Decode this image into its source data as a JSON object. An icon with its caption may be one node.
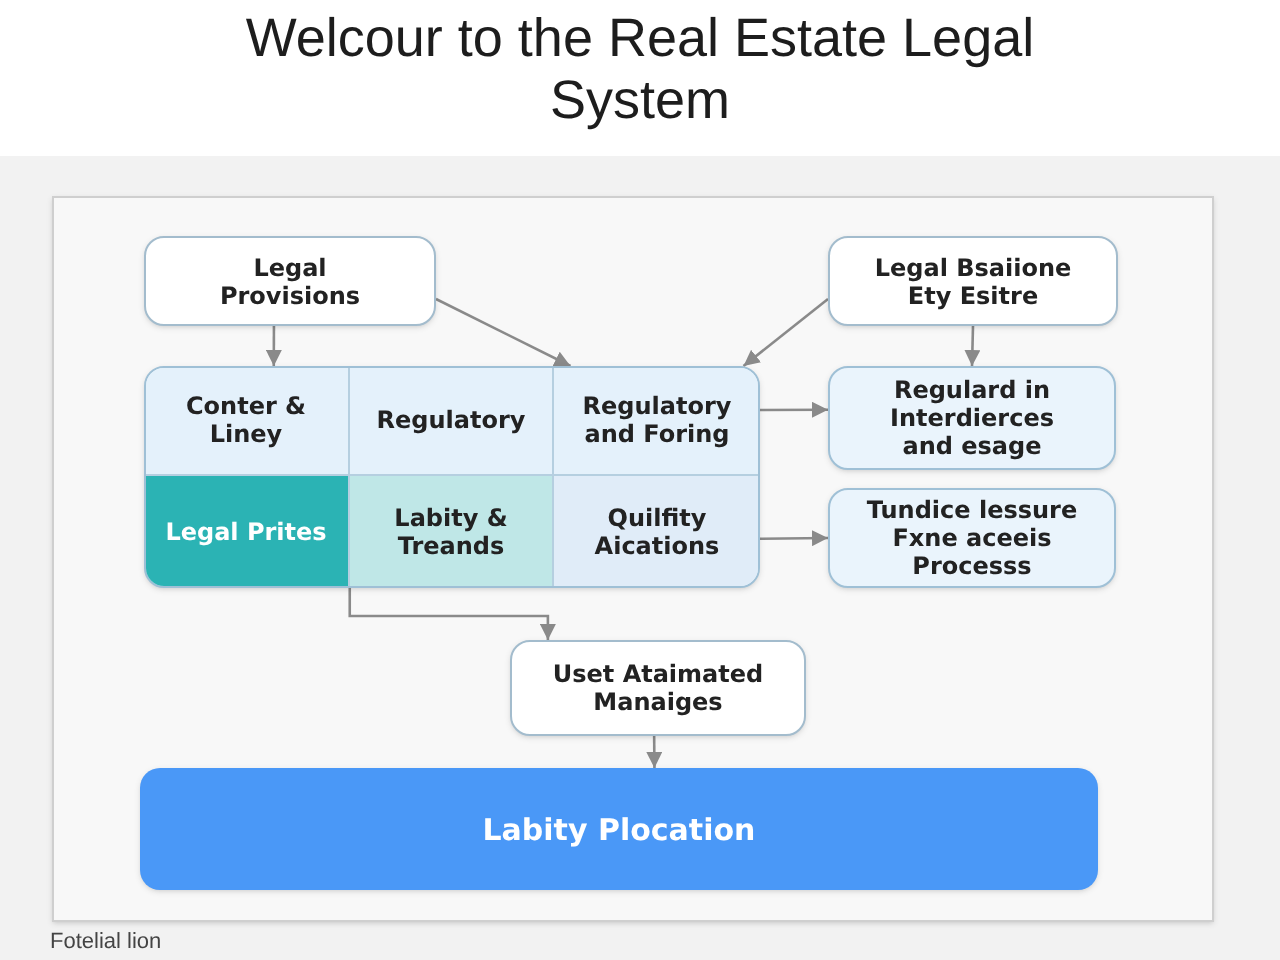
{
  "diagram": {
    "title": "Welcour to the Real Estate Legal System",
    "caption": "Fotelial lion",
    "nodes": [
      {
        "text": [
          "Legal Provisions"
        ]
      },
      {
        "text": [
          "Legal Bsaiione Ety Esitre"
        ]
      },
      {
        "text": [],
        "shape": "box"
      },
      {
        "text": [
          "Conter & Liney"
        ],
        "in": 2
      },
      {
        "text": [
          "Regulatory"
        ],
        "in": 2
      },
      {
        "text": [
          "Regulatory and Foring"
        ],
        "in": 2
      },
      {
        "text": [
          "Legal Prites"
        ],
        "in": 2
      },
      {
        "text": [
          "Labity & Treands"
        ],
        "in": 2
      },
      {
        "text": [
          "Quilfity Aications"
        ],
        "in": 2
      },
      {
        "text": [
          "Regulard in Interdierces and esage"
        ]
      },
      {
        "text": [
          "Tundice lessure Fxne aceeis Processs"
        ]
      },
      {
        "text": [
          "Uset Ataimated Manaiges"
        ]
      },
      {
        "text": [
          "Labity Plocation"
        ]
      }
    ],
    "edges": [
      {
        "from": 0,
        "to": 3,
        "arrow": "to"
      },
      {
        "from": 0,
        "to": 5,
        "arrow": "to"
      },
      {
        "from": 1,
        "to": 5,
        "arrow": "to"
      },
      {
        "from": 1,
        "to": 9,
        "arrow": "to"
      },
      {
        "from": 5,
        "to": 9,
        "arrow": "to"
      },
      {
        "from": 8,
        "to": 10,
        "arrow": "to"
      },
      {
        "from": 2,
        "to": 11,
        "arrow": "to"
      },
      {
        "from": 11,
        "to": 12,
        "arrow": "to"
      }
    ]
  }
}
